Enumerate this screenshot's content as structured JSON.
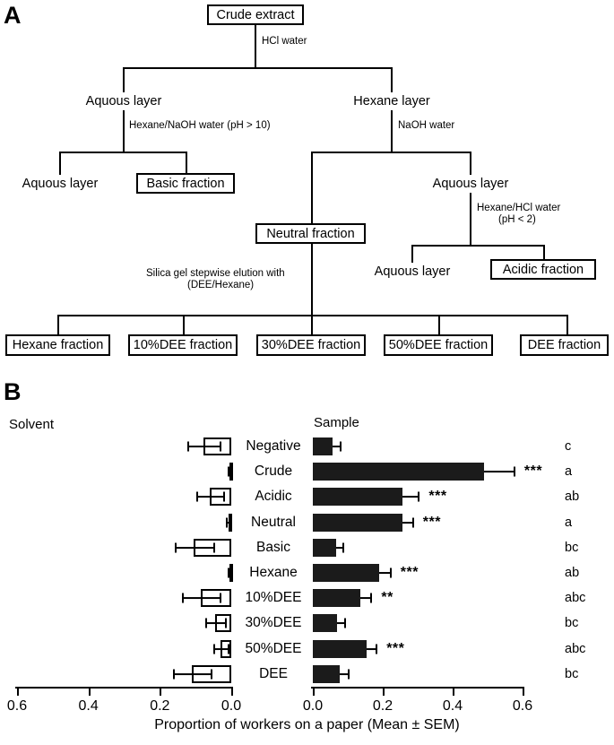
{
  "figure": {
    "panel_a_letter": "A",
    "panel_b_letter": "B"
  },
  "panel_a": {
    "nodes": [
      {
        "id": "crude-extract",
        "label": "Crude extract",
        "boxed": true
      },
      {
        "id": "aqueous-1",
        "label": "Aquous layer",
        "boxed": false
      },
      {
        "id": "hexane-layer",
        "label": "Hexane layer",
        "boxed": false
      },
      {
        "id": "aqueous-2",
        "label": "Aquous layer",
        "boxed": false
      },
      {
        "id": "basic-fraction",
        "label": "Basic fraction",
        "boxed": true
      },
      {
        "id": "neutral-fraction",
        "label": "Neutral fraction",
        "boxed": true
      },
      {
        "id": "aqueous-3",
        "label": "Aquous layer",
        "boxed": false
      },
      {
        "id": "aqueous-4",
        "label": "Aquous layer",
        "boxed": false
      },
      {
        "id": "acidic-fraction",
        "label": "Acidic fraction",
        "boxed": true
      },
      {
        "id": "hexane-fraction",
        "label": "Hexane fraction",
        "boxed": true
      },
      {
        "id": "dee10-fraction",
        "label": "10%DEE fraction",
        "boxed": true
      },
      {
        "id": "dee30-fraction",
        "label": "30%DEE fraction",
        "boxed": true
      },
      {
        "id": "dee50-fraction",
        "label": "50%DEE fraction",
        "boxed": true
      },
      {
        "id": "dee-fraction",
        "label": "DEE fraction",
        "boxed": true
      }
    ],
    "edge_labels": {
      "hcl_water": "HCl water",
      "hexane_naoh": "Hexane/NaOH water (pH > 10)",
      "naoh_water": "NaOH water",
      "hexane_hcl_line1": "Hexane/HCl water",
      "hexane_hcl_line2": "(pH < 2)",
      "silica_line1": "Silica gel stepwise elution with",
      "silica_line2": "(DEE/Hexane)"
    }
  },
  "panel_b": {
    "solvent_header": "Solvent",
    "sample_header": "Sample",
    "xaxis_title": "Proportion of workers on a paper  (Mean ± SEM)"
  },
  "chart_data": {
    "type": "bar",
    "orientation": "horizontal",
    "title": "",
    "xlabel": "Proportion of workers on a paper  (Mean ± SEM)",
    "ylabel": "",
    "left_axis": {
      "name": "Solvent",
      "direction": "left",
      "ticks": [
        0.6,
        0.4,
        0.2,
        0.0
      ],
      "tick_labels": [
        "0.6",
        "0.4",
        "0.2",
        "0.0"
      ],
      "xlim": [
        0.0,
        0.65
      ]
    },
    "right_axis": {
      "name": "Sample",
      "direction": "right",
      "ticks": [
        0.0,
        0.2,
        0.4,
        0.6
      ],
      "tick_labels": [
        "0.0",
        "0.2",
        "0.4",
        "0.6"
      ],
      "xlim": [
        0.0,
        0.65
      ]
    },
    "categories": [
      "Negative",
      "Crude",
      "Acidic",
      "Neutral",
      "Basic",
      "Hexane",
      "10%DEE",
      "30%DEE",
      "50%DEE",
      "DEE"
    ],
    "series": [
      {
        "name": "Solvent",
        "fill": "#ffffff",
        "values": [
          0.078,
          0.005,
          0.06,
          0.008,
          0.105,
          0.006,
          0.085,
          0.045,
          0.03,
          0.11
        ],
        "errors": [
          0.045,
          0.004,
          0.038,
          0.007,
          0.054,
          0.005,
          0.053,
          0.028,
          0.021,
          0.053
        ]
      },
      {
        "name": "Sample",
        "fill": "#1b1b1b",
        "values": [
          0.057,
          0.49,
          0.256,
          0.256,
          0.067,
          0.19,
          0.135,
          0.068,
          0.155,
          0.077
        ],
        "errors": [
          0.02,
          0.084,
          0.045,
          0.028,
          0.018,
          0.03,
          0.03,
          0.023,
          0.025,
          0.023
        ]
      }
    ],
    "significance": [
      "",
      "***",
      "***",
      "***",
      "",
      "***",
      "**",
      "",
      "***",
      ""
    ],
    "group_letters": [
      "c",
      "a",
      "ab",
      "a",
      "bc",
      "ab",
      "abc",
      "bc",
      "abc",
      "bc"
    ]
  }
}
